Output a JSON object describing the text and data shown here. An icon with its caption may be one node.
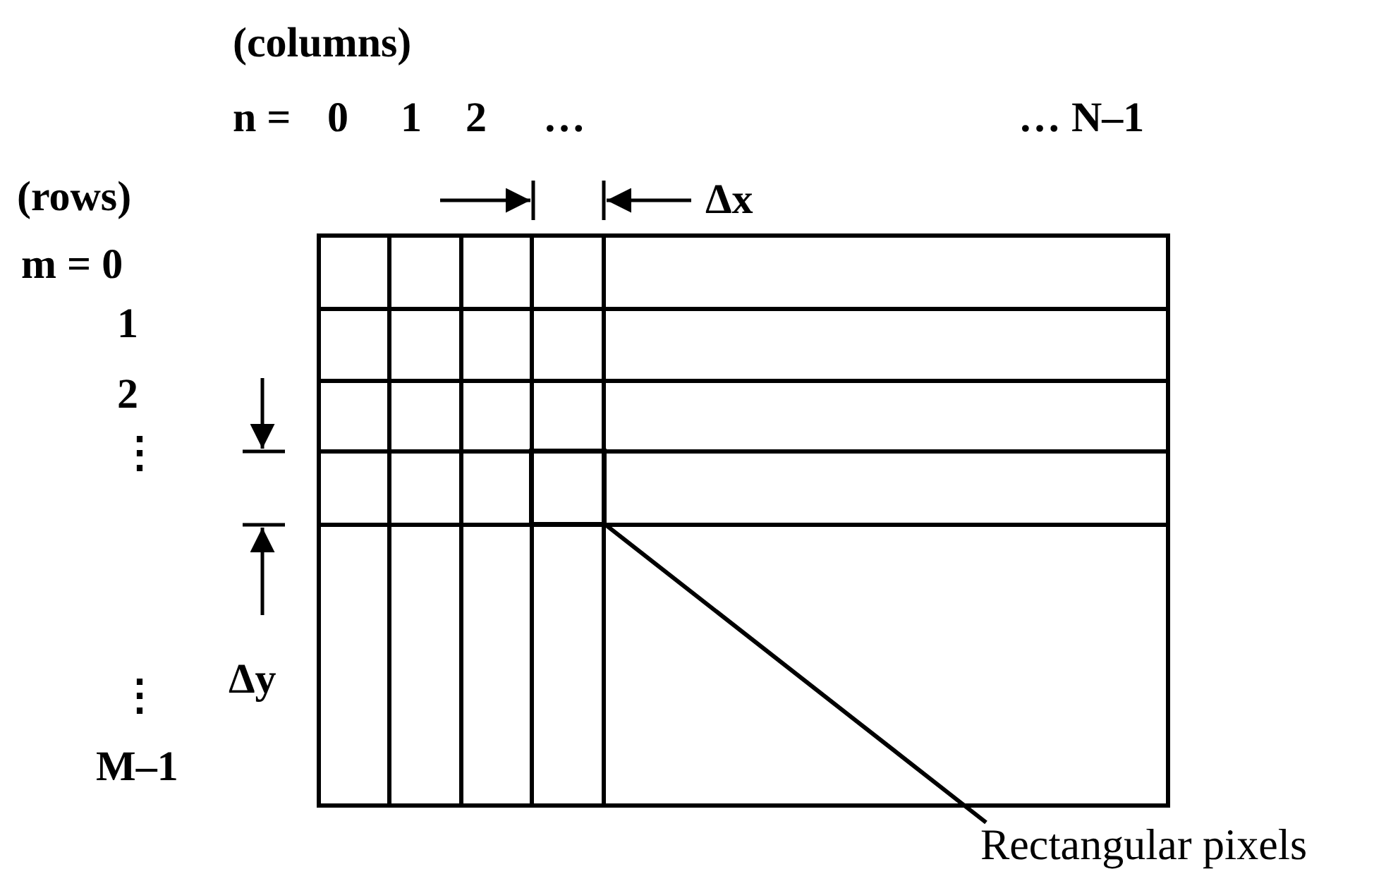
{
  "diagram": {
    "nodes": [
      {
        "text": [
          "Rectangular pixels"
        ]
      },
      {
        "text": [],
        "shape": "box"
      }
    ],
    "edges": [
      {
        "from": 0,
        "to": 1,
        "arrow": "none"
      }
    ],
    "labels": [
      "(columns)",
      "n =",
      "0",
      "1",
      "2",
      "…",
      "… N–1",
      "(rows)",
      "Δx",
      "m = 0",
      "1",
      "2",
      "⋮",
      "⋮",
      "Δy",
      "M–1"
    ]
  }
}
